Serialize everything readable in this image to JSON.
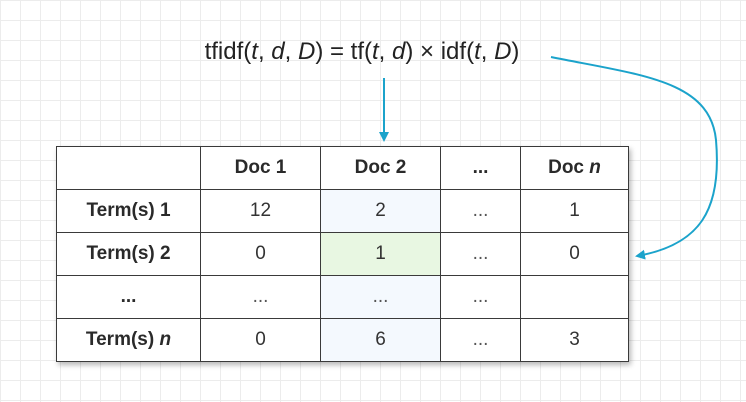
{
  "formula": {
    "p1": "tfidf(",
    "t1": "t",
    "p2": ", ",
    "d1": "d",
    "p3": ", ",
    "D1": "D",
    "p4": ") = tf(",
    "t2": "t",
    "p5": ", ",
    "d2": "d",
    "p6": ") × idf(",
    "t3": "t",
    "p7": ", ",
    "D2": "D",
    "p8": ")"
  },
  "table": {
    "header": [
      "",
      "Doc 1",
      "Doc 2",
      "...",
      "Doc "
    ],
    "header_last_var": "n",
    "rows": [
      {
        "label": "Term(s) 1",
        "label_var": "",
        "cells": [
          "12",
          "2",
          "...",
          "1"
        ]
      },
      {
        "label": "Term(s) 2",
        "label_var": "",
        "cells": [
          "0",
          "1",
          "...",
          "0"
        ]
      },
      {
        "label": "...",
        "label_var": "",
        "cells": [
          "...",
          "...",
          "...",
          ""
        ]
      },
      {
        "label": "Term(s) ",
        "label_var": "n",
        "cells": [
          "0",
          "6",
          "...",
          "3"
        ]
      }
    ]
  },
  "colors": {
    "arrow": "#1ba3cb",
    "highlight_cell": "#e8f7e2",
    "doc2_column": "#f4f9fe"
  }
}
